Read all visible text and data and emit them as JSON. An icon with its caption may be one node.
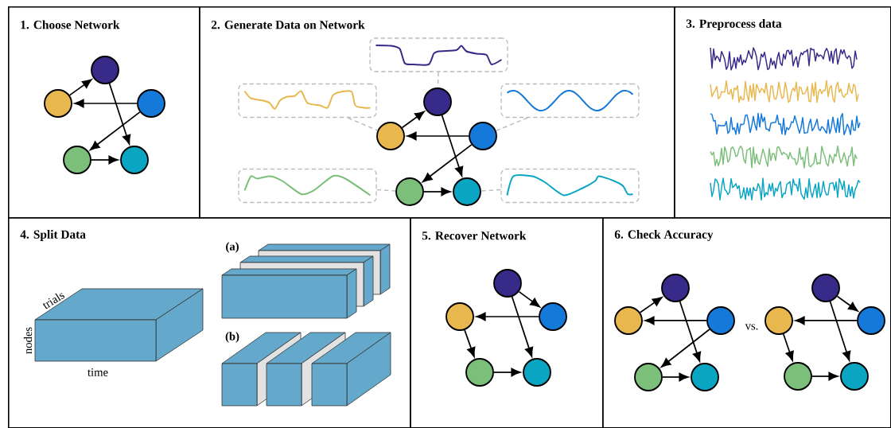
{
  "diagram": {
    "nodes": [
      {
        "text": [
          "1. Choose Network"
        ]
      },
      {
        "text": [
          "2. Generate Data on Network"
        ]
      },
      {
        "text": [
          "3. Preprocess data"
        ]
      },
      {
        "text": [
          "4. Split Data"
        ]
      },
      {
        "text": [
          "5. Recover Network"
        ]
      },
      {
        "text": [
          "6. Check Accuracy"
        ]
      },
      {
        "text": [],
        "shape": "circle",
        "in": 0
      },
      {
        "text": [],
        "shape": "circle",
        "in": 0
      },
      {
        "text": [],
        "shape": "circle",
        "in": 0
      },
      {
        "text": [],
        "shape": "circle",
        "in": 0
      },
      {
        "text": [],
        "shape": "circle",
        "in": 0
      },
      {
        "text": [],
        "shape": "circle",
        "in": 1
      },
      {
        "text": [],
        "shape": "circle",
        "in": 1
      },
      {
        "text": [],
        "shape": "circle",
        "in": 1
      },
      {
        "text": [],
        "shape": "circle",
        "in": 1
      },
      {
        "text": [],
        "shape": "circle",
        "in": 1
      },
      {
        "text": [],
        "shape": "box",
        "in": 1
      },
      {
        "text": [],
        "shape": "box",
        "in": 1
      },
      {
        "text": [],
        "shape": "box",
        "in": 1
      },
      {
        "text": [],
        "shape": "box",
        "in": 1
      },
      {
        "text": [],
        "shape": "box",
        "in": 1
      },
      {
        "text": [],
        "shape": "circle",
        "in": 4
      },
      {
        "text": [],
        "shape": "circle",
        "in": 4
      },
      {
        "text": [],
        "shape": "circle",
        "in": 4
      },
      {
        "text": [],
        "shape": "circle",
        "in": 4
      },
      {
        "text": [],
        "shape": "circle",
        "in": 4
      },
      {
        "text": [],
        "shape": "circle",
        "in": 5
      },
      {
        "text": [],
        "shape": "circle",
        "in": 5
      },
      {
        "text": [],
        "shape": "circle",
        "in": 5
      },
      {
        "text": [],
        "shape": "circle",
        "in": 5
      },
      {
        "text": [],
        "shape": "circle",
        "in": 5
      },
      {
        "text": [],
        "shape": "circle",
        "in": 5
      },
      {
        "text": [],
        "shape": "circle",
        "in": 5
      },
      {
        "text": [],
        "shape": "circle",
        "in": 5
      },
      {
        "text": [],
        "shape": "circle",
        "in": 5
      },
      {
        "text": [],
        "shape": "circle",
        "in": 5
      }
    ],
    "edges": [
      {
        "from": 7,
        "to": 6,
        "arrow": "to"
      },
      {
        "from": 6,
        "to": 10,
        "arrow": "to"
      },
      {
        "from": 8,
        "to": 7,
        "arrow": "to"
      },
      {
        "from": 8,
        "to": 9,
        "arrow": "to"
      },
      {
        "from": 9,
        "to": 10,
        "arrow": "to"
      },
      {
        "from": 12,
        "to": 11,
        "arrow": "to"
      },
      {
        "from": 11,
        "to": 15,
        "arrow": "to"
      },
      {
        "from": 13,
        "to": 12,
        "arrow": "to"
      },
      {
        "from": 13,
        "to": 14,
        "arrow": "to"
      },
      {
        "from": 14,
        "to": 15,
        "arrow": "to"
      },
      {
        "from": 16,
        "to": 11,
        "arrow": "none",
        "style": "dashed",
        "color": "#bbbbbb"
      },
      {
        "from": 17,
        "to": 12,
        "arrow": "none",
        "style": "dashed",
        "color": "#bbbbbb"
      },
      {
        "from": 18,
        "to": 13,
        "arrow": "none",
        "style": "dashed",
        "color": "#bbbbbb"
      },
      {
        "from": 19,
        "to": 14,
        "arrow": "none",
        "style": "dashed",
        "color": "#bbbbbb"
      },
      {
        "from": 20,
        "to": 15,
        "arrow": "none",
        "style": "dashed",
        "color": "#bbbbbb"
      },
      {
        "from": 21,
        "to": 23,
        "arrow": "to"
      },
      {
        "from": 21,
        "to": 25,
        "arrow": "to"
      },
      {
        "from": 23,
        "to": 22,
        "arrow": "to"
      },
      {
        "from": 22,
        "to": 24,
        "arrow": "to"
      },
      {
        "from": 24,
        "to": 25,
        "arrow": "to"
      },
      {
        "from": 27,
        "to": 26,
        "arrow": "to"
      },
      {
        "from": 26,
        "to": 30,
        "arrow": "to"
      },
      {
        "from": 28,
        "to": 27,
        "arrow": "to"
      },
      {
        "from": 28,
        "to": 29,
        "arrow": "to"
      },
      {
        "from": 29,
        "to": 30,
        "arrow": "to"
      },
      {
        "from": 31,
        "to": 33,
        "arrow": "to"
      },
      {
        "from": 31,
        "to": 35,
        "arrow": "to"
      },
      {
        "from": 33,
        "to": 32,
        "arrow": "to"
      },
      {
        "from": 32,
        "to": 34,
        "arrow": "to"
      },
      {
        "from": 34,
        "to": 35,
        "arrow": "to"
      }
    ],
    "labels": [
      "(a)",
      "trials",
      "nodes",
      "time",
      "(b)",
      "vs."
    ]
  }
}
